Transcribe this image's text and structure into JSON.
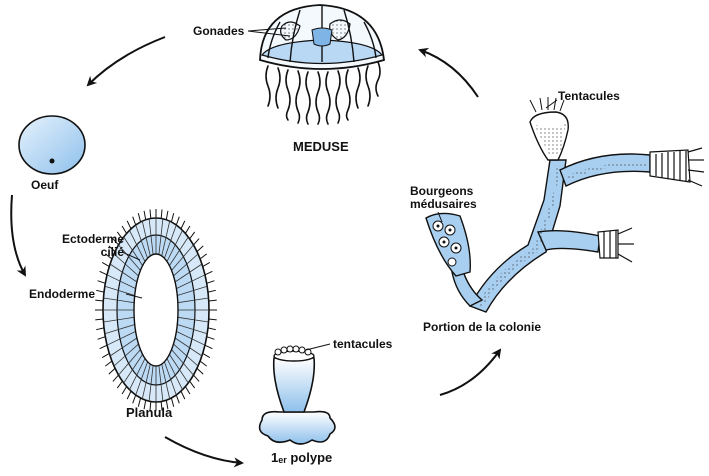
{
  "title": "",
  "stages": {
    "meduse": {
      "label": "MEDUSE",
      "parts": {
        "gonades": "Gonades"
      }
    },
    "oeuf": {
      "label": "Oeuf"
    },
    "planula": {
      "label": "Planula",
      "parts": {
        "ectoderme_line1": "Ectoderme",
        "ectoderme_line2": "cilié",
        "endoderme": "Endoderme"
      }
    },
    "polype": {
      "label_prefix": "1",
      "label_sub": "er",
      "label_suffix": " polype",
      "parts": {
        "tentacules": "tentacules"
      }
    },
    "colonie": {
      "label": "Portion de la colonie",
      "parts": {
        "tentacules": "Tentacules",
        "bourgeons_line1": "Bourgeons",
        "bourgeons_line2": "médusaires"
      }
    }
  },
  "colors": {
    "fill_blue": "#a9cff0",
    "fill_light": "#e6f2fc",
    "ink": "#111111"
  }
}
